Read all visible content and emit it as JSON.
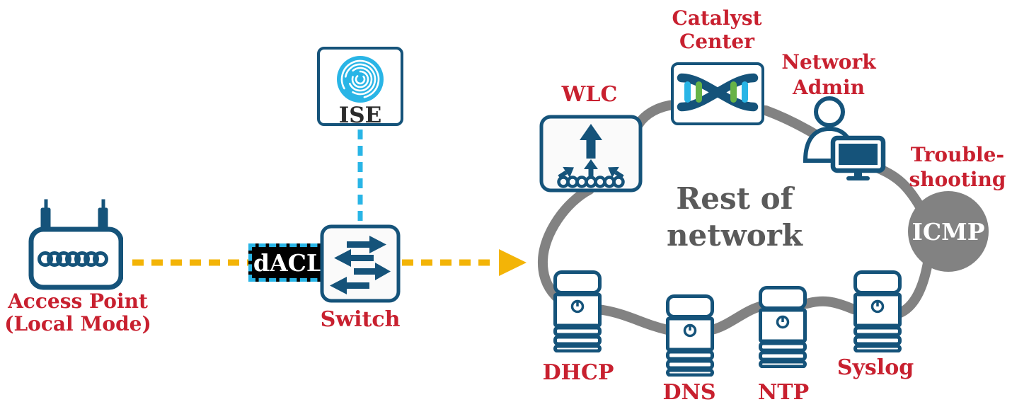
{
  "diagram_title": "Access Point local mode dACL network diagram",
  "colors": {
    "navy_icon": "#15537a",
    "red_label": "#c8202f",
    "cyan_accent": "#29b5e6",
    "green_accent": "#67b346",
    "yellow_arrow": "#f3b407",
    "gray_cloud": "#828282",
    "gray_text": "#5a5a5a",
    "dacl_background": "#000000"
  },
  "nodes": {
    "access_point": {
      "lines": [
        "Access Point",
        "(Local Mode)"
      ]
    },
    "ise": {
      "label": "ISE"
    },
    "dacl": {
      "label": "dACL"
    },
    "switch": {
      "label": "Switch"
    },
    "wlc": {
      "label": "WLC"
    },
    "catalyst_center": {
      "lines": [
        "Catalyst",
        "Center"
      ]
    },
    "network_admin": {
      "lines": [
        "Network",
        "Admin"
      ]
    },
    "troubleshooting": {
      "lines": [
        "Trouble-",
        "shooting"
      ]
    },
    "icmp": {
      "label": "ICMP"
    },
    "rest_of_network": {
      "lines": [
        "Rest of",
        "network"
      ]
    },
    "dhcp": {
      "label": "DHCP"
    },
    "dns": {
      "label": "DNS"
    },
    "ntp": {
      "label": "NTP"
    },
    "syslog": {
      "label": "Syslog"
    }
  }
}
